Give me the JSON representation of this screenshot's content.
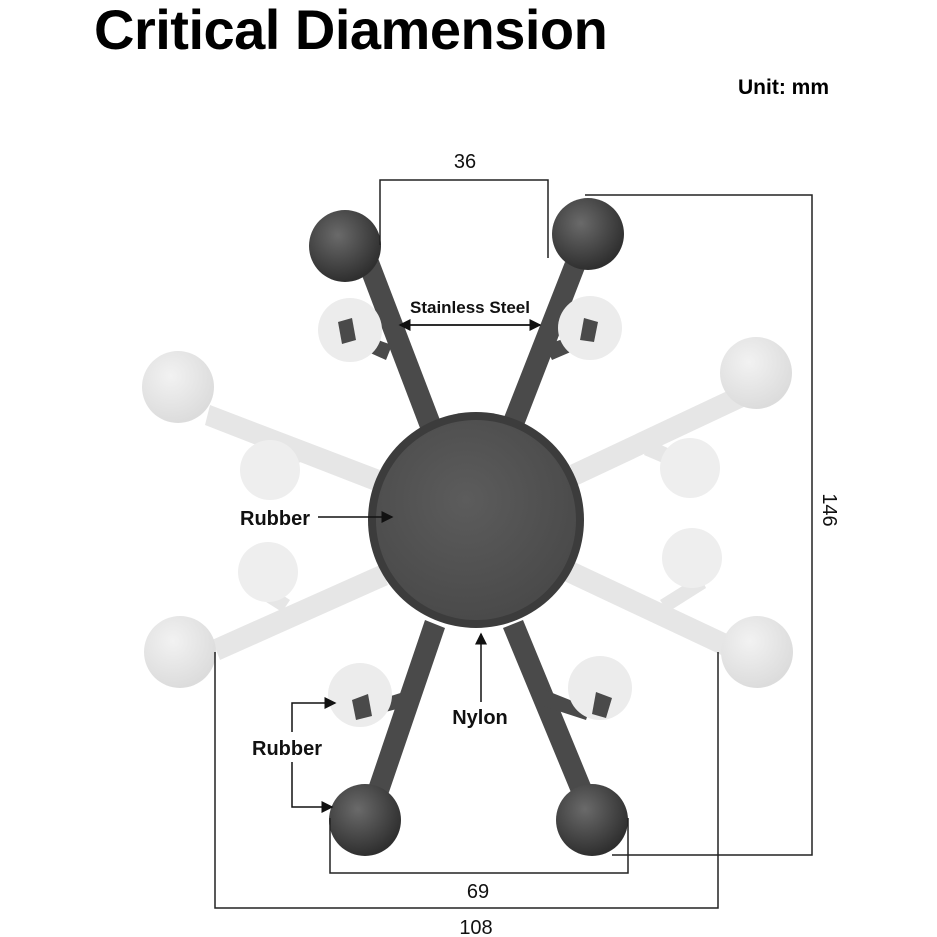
{
  "title": "Critical Diamension",
  "unit": "Unit: mm",
  "dimensions": {
    "top_width": "36",
    "height": "146",
    "bottom_inner_width": "69",
    "bottom_outer_width": "108"
  },
  "labels": {
    "arms": "Stainless Steel",
    "center_pad": "Rubber",
    "center_ring": "Nylon",
    "tips": "Rubber"
  },
  "colors": {
    "dark_part": "#4a4a4a",
    "ghost_part": "#e3e3e3",
    "pad": "#525252"
  }
}
